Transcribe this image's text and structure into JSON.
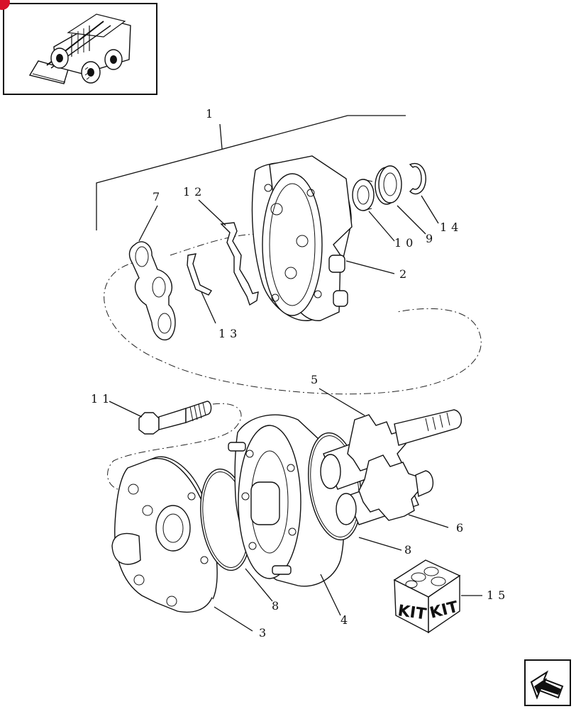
{
  "callouts": {
    "c1": "1",
    "c2": "2",
    "c3": "3",
    "c4": "4",
    "c5": "5",
    "c6": "6",
    "c7": "7",
    "c8a": "8",
    "c8b": "8",
    "c9": "9",
    "c10": "10",
    "c11": "11",
    "c12": "12",
    "c13": "13",
    "c14": "14",
    "c15": "15"
  },
  "kit": {
    "label_left": "KIT",
    "label_right": "KIT"
  },
  "icons": {
    "thumbnail": "skid-steer-loader-icon",
    "nav": "return-arrow-icon"
  }
}
